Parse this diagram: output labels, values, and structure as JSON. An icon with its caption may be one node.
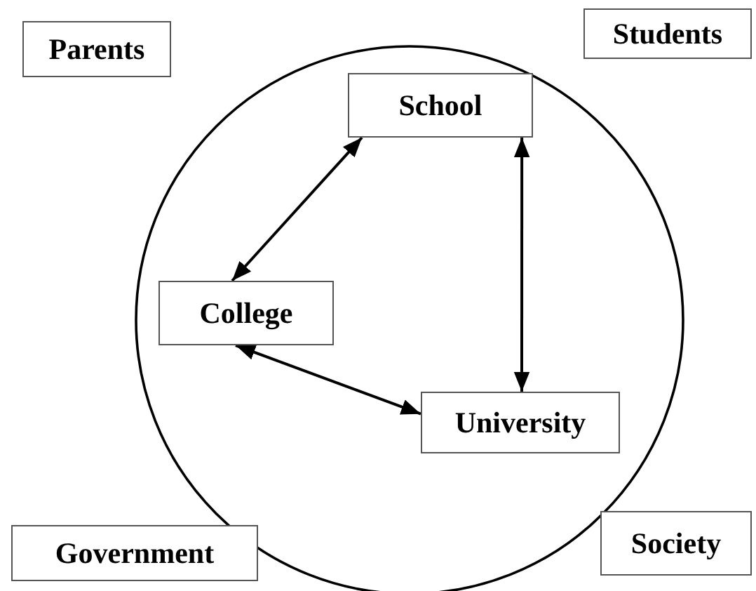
{
  "diagram": {
    "nodes": [
      {
        "text": [
          "Parents"
        ]
      },
      {
        "text": [],
        "shape": "circle"
      },
      {
        "text": [
          "School"
        ],
        "in": 1
      },
      {
        "text": [
          "Students"
        ]
      },
      {
        "text": [
          "College"
        ],
        "in": 1
      },
      {
        "text": [
          "University"
        ],
        "in": 1
      },
      {
        "text": [
          "Government"
        ]
      },
      {
        "text": [
          "Society"
        ]
      }
    ],
    "edges": [
      {
        "from": 2,
        "to": 4,
        "arrow": "both"
      },
      {
        "from": 2,
        "to": 5,
        "arrow": "both"
      },
      {
        "from": 4,
        "to": 5,
        "arrow": "both"
      }
    ]
  }
}
